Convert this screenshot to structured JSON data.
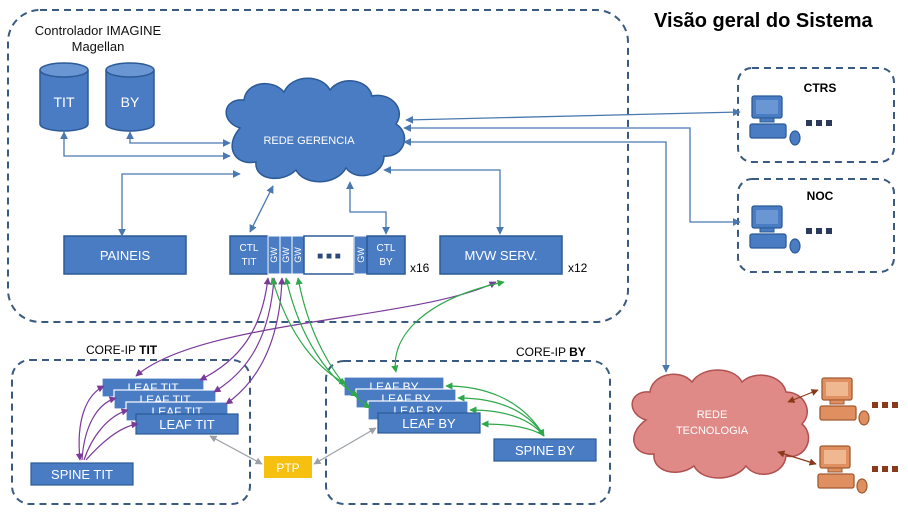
{
  "title": "Visão geral do Sistema",
  "controller_group": {
    "line1": "Controlador IMAGINE",
    "line2": "Magellan"
  },
  "databases": [
    "TIT",
    "BY"
  ],
  "rede_gerencia": "REDE GERENCIA",
  "paineis": "PAINEIS",
  "gw_rack": {
    "ctl_tit": [
      "CTL",
      "TIT"
    ],
    "gw": "GW",
    "ctl_by": [
      "CTL",
      "BY"
    ],
    "ellipsis": "■ ■ ■",
    "multiplier": "x16"
  },
  "mvw": {
    "label": "MVW SERV.",
    "multiplier": "x12"
  },
  "ctrs": {
    "label": "CTRS"
  },
  "noc": {
    "label": "NOC"
  },
  "core_tit": {
    "prefix": "CORE-IP ",
    "bold": "TIT",
    "leafs": [
      "LEAF TIT",
      "LEAF TIT",
      "LEAF TIT",
      "LEAF TIT"
    ],
    "spine": "SPINE TIT"
  },
  "core_by": {
    "prefix": "CORE-IP ",
    "bold": "BY",
    "leafs": [
      "LEAF BY",
      "LEAF BY",
      "LEAF BY",
      "LEAF BY"
    ],
    "spine": "SPINE BY"
  },
  "ptp": "PTP",
  "rede_tecnologia": [
    "REDE",
    "TECNOLOGIA"
  ],
  "colors": {
    "box": "#4a7cc4",
    "box_stroke": "#2b5a96",
    "cloud": "#4a7cc4",
    "dashed": "#3a5a80",
    "arrow": "#4a78b0",
    "purple": "#7a3a9a",
    "green": "#2ea84a",
    "ptp": "#f5c010",
    "red_cloud": "#e08a88",
    "red_stroke": "#b05050",
    "orange": "#e09060",
    "brown": "#8a3a1a"
  }
}
